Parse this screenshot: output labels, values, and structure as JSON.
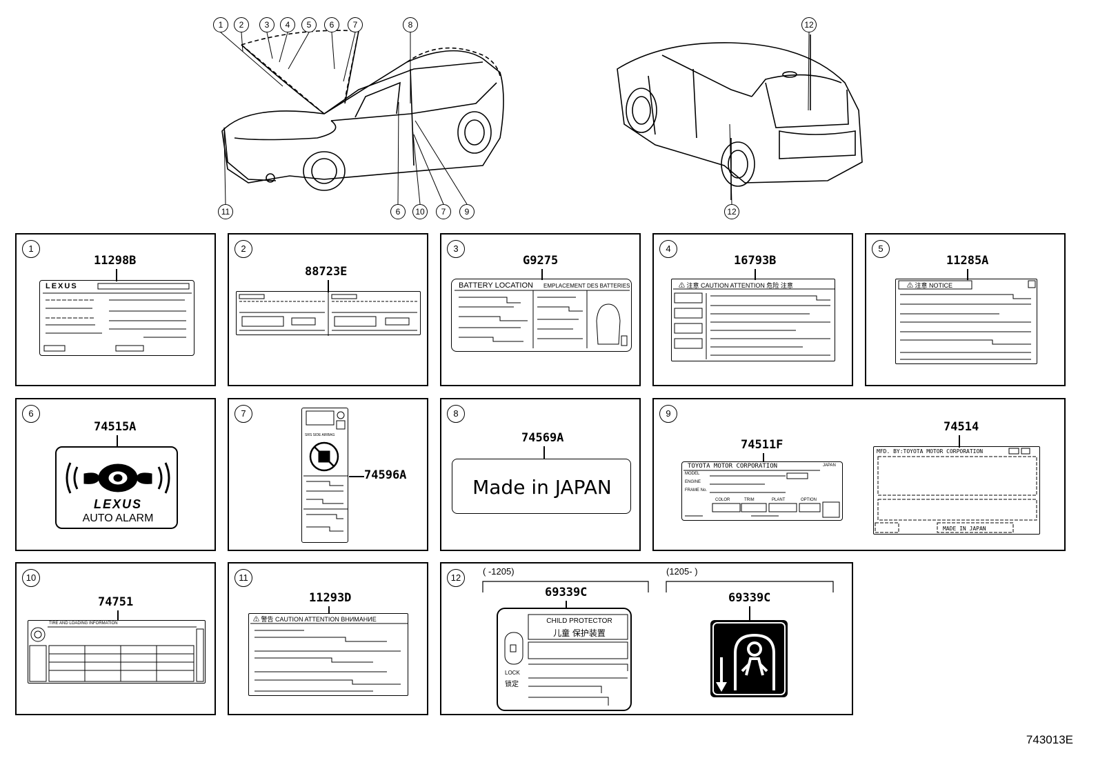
{
  "diagram_id": "743013E",
  "front_callouts": [
    "1",
    "2",
    "3",
    "4",
    "5",
    "6",
    "7",
    "8",
    "11",
    "6",
    "10",
    "7",
    "9"
  ],
  "rear_callouts": [
    "12",
    "12"
  ],
  "panels": [
    {
      "num": "1",
      "part": "11298B",
      "logo": "LEXUS"
    },
    {
      "num": "2",
      "part": "88723E"
    },
    {
      "num": "3",
      "part": "G9275",
      "title_left": "BATTERY LOCATION",
      "title_right": "EMPLACEMENT DES BATTERIES"
    },
    {
      "num": "4",
      "part": "16793B",
      "title": "⚠ 注意 CAUTION ATTENTION 危险 注意"
    },
    {
      "num": "5",
      "part": "11285A",
      "title": "⚠ 注意 NOTICE"
    },
    {
      "num": "6",
      "part": "74515A",
      "logo": "LEXUS",
      "text": "AUTO ALARM"
    },
    {
      "num": "7",
      "part": "74596A",
      "text": "SRS SIDE AIRBAG"
    },
    {
      "num": "8",
      "part": "74569A",
      "text": "Made in JAPAN"
    },
    {
      "num": "9",
      "part_a": "74511F",
      "part_b": "74514",
      "plate_a": {
        "title": "TOYOTA MOTOR CORPORATION",
        "country": "JAPAN",
        "rows": [
          "MODEL",
          "ENGINE",
          "FRAME No."
        ],
        "cols": [
          "COLOR",
          "TRIM",
          "PLANT",
          "OPTION"
        ]
      },
      "plate_b": {
        "title": "MFD. BY:TOYOTA MOTOR CORPORATION",
        "bottom": "MADE IN JAPAN"
      }
    },
    {
      "num": "10",
      "part": "74751",
      "title": "TIRE AND LOADING INFORMATION"
    },
    {
      "num": "11",
      "part": "11293D",
      "title": "⚠ 警告 CAUTION ATTENTION ВНИМАНИЕ"
    },
    {
      "num": "12",
      "range_a": "(      -1205)",
      "range_b": "(1205-        )",
      "part_a": "69339C",
      "part_b": "69339C",
      "child_title": "CHILD PROTECTOR",
      "child_cn": "儿童 保护装置",
      "lock_en": "LOCK",
      "lock_cn": "锁定"
    }
  ]
}
